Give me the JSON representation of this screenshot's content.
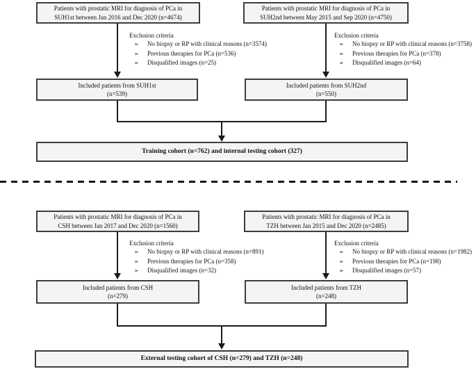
{
  "colors": {
    "box_fill": "#f4f4f4",
    "box_border": "#3d3d3d",
    "line_color": "#1b1b1b"
  },
  "sections": [
    {
      "name": "internal-cohort-selection",
      "sources": [
        {
          "site": "SUH1st",
          "patient_box": {
            "line1": "Patients with prostatic MRI for diagnosis of PCa in",
            "line2": "SUH1st between Jan 2016 and Dec 2020 (n=4674)"
          },
          "exclusion": {
            "title": "Exclusion criteria",
            "bullet_icon": "➢",
            "items": [
              "No biopsy or RP with clinical reasons (n=3574)",
              "Previous therapies for PCa (n=536)",
              "Disqualified images (n=25)"
            ]
          },
          "included_box": {
            "line1": "Included patients from SUH1st",
            "line2": "(n=539)"
          }
        },
        {
          "site": "SUH2nd",
          "patient_box": {
            "line1": "Patients with prostatic MRI for diagnosis of PCa in",
            "line2": "SUH2nd between May 2015 and Sep 2020 (n=4750)"
          },
          "exclusion": {
            "title": "Exclusion criteria",
            "bullet_icon": "➢",
            "items": [
              "No biopsy or RP with clinical reasons (n=3758)",
              "Previous therapies for PCa (n=378)",
              "Disqualified images (n=64)"
            ]
          },
          "included_box": {
            "line1": "Included patients from SUH2nd",
            "line2": "(n=550)"
          }
        }
      ],
      "result_box": "Training cohort (n=762) and internal testing cohort (327)"
    },
    {
      "name": "external-cohort-selection",
      "sources": [
        {
          "site": "CSH",
          "patient_box": {
            "line1": "Patients with prostatic MRI for diagnosis of PCa in",
            "line2": "CSH between Jan 2017 and Dec 2020 (n=1560)"
          },
          "exclusion": {
            "title": "Exclusion criteria",
            "bullet_icon": "➢",
            "items": [
              "No biopsy or RP with clinical reasons (n=891)",
              "Previous therapies for PCa (n=358)",
              "Disqualified images (n=32)"
            ]
          },
          "included_box": {
            "line1": "Included patients from CSH",
            "line2": "(n=279)"
          }
        },
        {
          "site": "TZH",
          "patient_box": {
            "line1": "Patients with prostatic MRI for diagnosis of PCa in",
            "line2": "TZH between Jan 2015 and Dec 2020 (n=2485)"
          },
          "exclusion": {
            "title": "Exclusion criteria",
            "bullet_icon": "➢",
            "items": [
              "No biopsy or RP with clinical reasons (n=1982)",
              "Previous therapies for PCa (n=198)",
              "Disqualified images (n=57)"
            ]
          },
          "included_box": {
            "line1": "Included patients from TZH",
            "line2": "(n=248)"
          }
        }
      ],
      "result_box": "External testing cohort of CSH (n=279) and TZH (n=248)"
    }
  ]
}
